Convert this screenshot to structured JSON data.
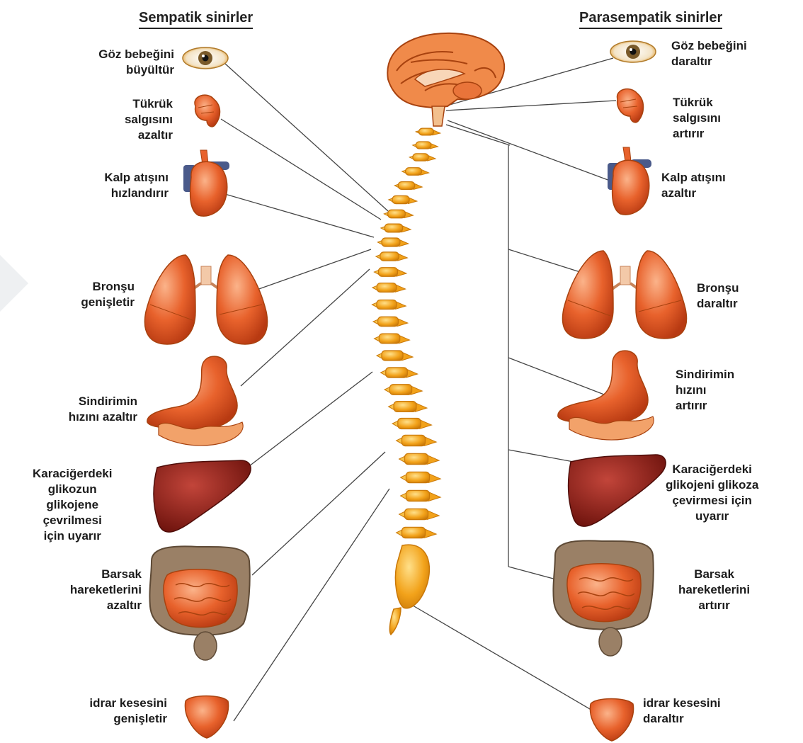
{
  "headings": {
    "sympathetic": "Sempatik sinirler",
    "parasympathetic": "Parasempatik sinirler"
  },
  "left_labels": {
    "eye": "Göz bebeğini\nbüyültür",
    "saliva": "Tükrük\nsalgısını\nazaltır",
    "heart": "Kalp atışını\nhızlandırır",
    "bronchi": "Bronşu\ngenişletir",
    "digestion": "Sindirimin\nhızını azaltır",
    "liver": "Karaciğerdeki\nglikozun\nglikojene\nçevrilmesi\niçin uyarır",
    "intestine": "Barsak\nhareketlerini\nazaltır",
    "bladder": "idrar kesesini\ngenişletir"
  },
  "right_labels": {
    "eye": "Göz bebeğini\ndaraltır",
    "saliva": "Tükrük\nsalgısını\nartırır",
    "heart": "Kalp atışını\nazaltır",
    "bronchi": "Bronşu\ndaraltır",
    "digestion": "Sindirimin\nhızını\nartırır",
    "liver": "Karaciğerdeki\nglikojeni glikoza\nçevirmesi için\nuyarır",
    "intestine": "Barsak\nhareketlerini\nartırır",
    "bladder": "idrar kesesini\ndaraltır"
  },
  "colors": {
    "organ": "#e8622c",
    "organ_dark": "#b83a12",
    "liver": "#8a1c14",
    "vertebra": "#f2a21a",
    "brain": "#f08a4a",
    "nerve_line": "#444444"
  }
}
